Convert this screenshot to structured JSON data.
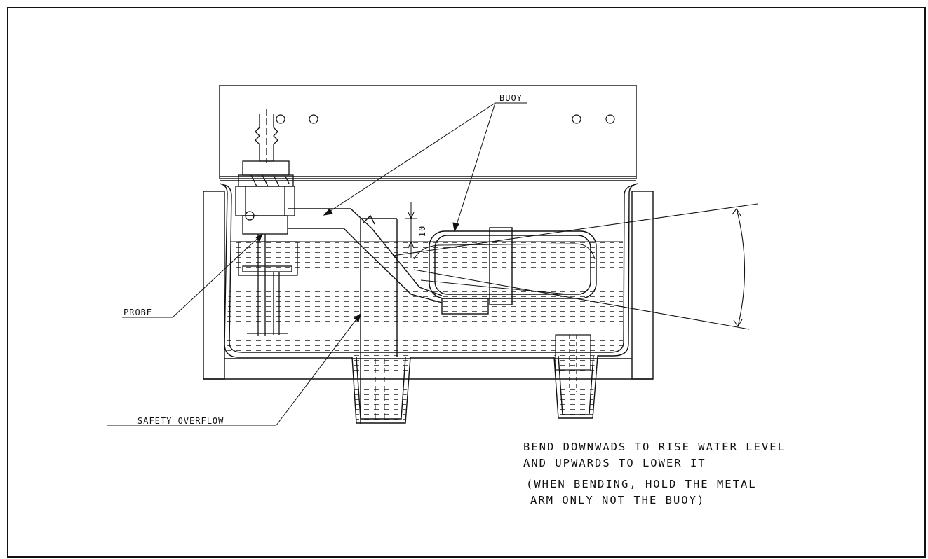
{
  "labels": {
    "buoy": "BUOY",
    "probe": "PROBE",
    "safety_overflow": "SAFETY OVERFLOW",
    "dimension": "10"
  },
  "instructions": {
    "line1": "BEND DOWNWADS TO RISE WATER LEVEL",
    "line2": "AND UPWARDS TO LOWER IT",
    "line3": "(WHEN BENDING, HOLD THE METAL",
    "line4": "ARM ONLY NOT THE BUOY)"
  },
  "colors": {
    "line": "#111111",
    "water_dash": "#444444",
    "background": "#ffffff"
  }
}
